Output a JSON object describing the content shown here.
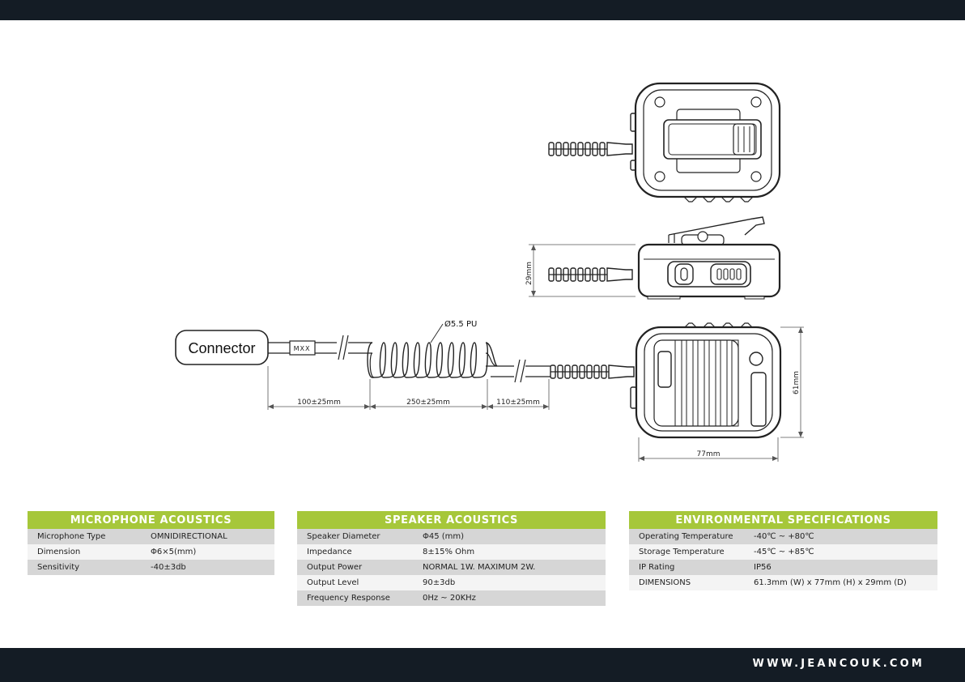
{
  "website": "WWW.JEANCOUK.COM",
  "drawing": {
    "connector_label": "Connector",
    "connector_tag": "MXX",
    "cable_label": "Ø5.5 PU",
    "dim_cable_1": "100±25mm",
    "dim_coil": "250±25mm",
    "dim_cable_2": "110±25mm",
    "dim_width": "77mm",
    "dim_height": "61mm",
    "dim_depth": "29mm"
  },
  "tables": {
    "microphone": {
      "title": "MICROPHONE ACOUSTICS",
      "rows": [
        {
          "label": "Microphone Type",
          "value": "OMNIDIRECTIONAL"
        },
        {
          "label": "Dimension",
          "value": "Φ6×5(mm)"
        },
        {
          "label": "Sensitivity",
          "value": "-40±3db"
        }
      ]
    },
    "speaker": {
      "title": "SPEAKER ACOUSTICS",
      "rows": [
        {
          "label": "Speaker Diameter",
          "value": "Φ45 (mm)"
        },
        {
          "label": "Impedance",
          "value": "8±15% Ohm"
        },
        {
          "label": "Output Power",
          "value": "NORMAL 1W. MAXIMUM 2W."
        },
        {
          "label": "Output Level",
          "value": "90±3db"
        },
        {
          "label": "Frequency Response",
          "value": "0Hz ~ 20KHz"
        }
      ]
    },
    "environmental": {
      "title": "ENVIRONMENTAL SPECIFICATIONS",
      "rows": [
        {
          "label": "Operating Temperature",
          "value": "-40℃ ~ +80℃"
        },
        {
          "label": "Storage Temperature",
          "value": "-45℃ ~ +85℃"
        },
        {
          "label": "IP Rating",
          "value": "IP56"
        },
        {
          "label": "DIMENSIONS",
          "value": "61.3mm (W) x 77mm (H) x 29mm (D)"
        }
      ]
    }
  }
}
